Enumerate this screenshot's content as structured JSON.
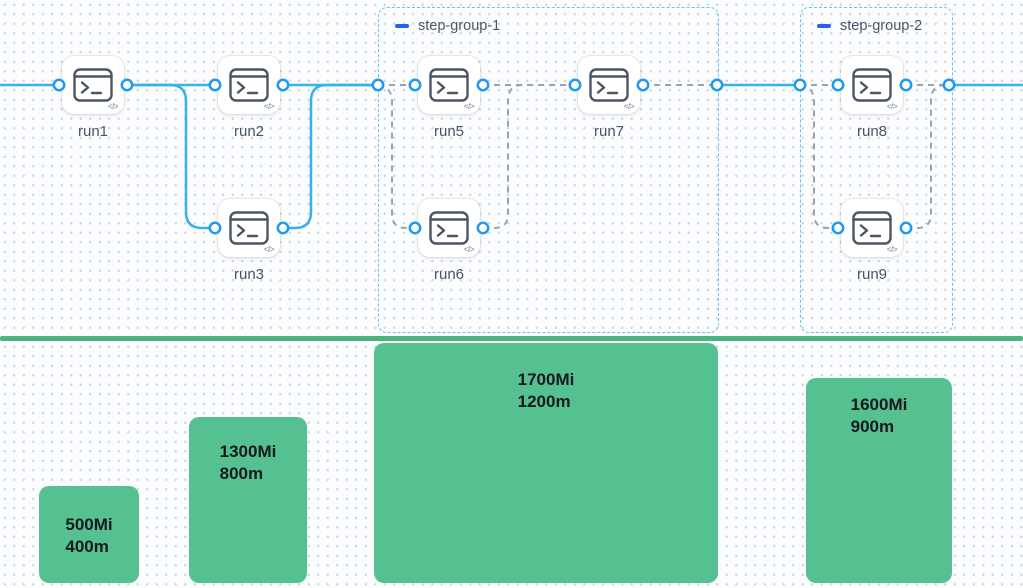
{
  "workflow": {
    "node_badge": "</>",
    "nodes": [
      {
        "id": "run1",
        "label": "run1",
        "icon": "terminal"
      },
      {
        "id": "run2",
        "label": "run2",
        "icon": "terminal"
      },
      {
        "id": "run3",
        "label": "run3",
        "icon": "terminal"
      },
      {
        "id": "run5",
        "label": "run5",
        "icon": "terminal"
      },
      {
        "id": "run6",
        "label": "run6",
        "icon": "terminal"
      },
      {
        "id": "run7",
        "label": "run7",
        "icon": "terminal"
      },
      {
        "id": "run8",
        "label": "run8",
        "icon": "terminal"
      },
      {
        "id": "run9",
        "label": "run9",
        "icon": "terminal"
      }
    ],
    "groups": [
      {
        "label": "step-group-1",
        "members": [
          "run5",
          "run6",
          "run7"
        ]
      },
      {
        "label": "step-group-2",
        "members": [
          "run8",
          "run9"
        ]
      }
    ],
    "edges": [
      {
        "from": "start",
        "to": "run1",
        "style": "solid"
      },
      {
        "from": "run1",
        "to": "run2",
        "style": "solid"
      },
      {
        "from": "run1",
        "to": "run3",
        "style": "solid"
      },
      {
        "from": "run2",
        "to": "step-group-1",
        "style": "solid"
      },
      {
        "from": "run3",
        "to": "step-group-1",
        "style": "solid"
      },
      {
        "from": "step-group-1-in",
        "to": "run5",
        "style": "dashed"
      },
      {
        "from": "step-group-1-in",
        "to": "run6",
        "style": "dashed"
      },
      {
        "from": "run5",
        "to": "run7",
        "style": "dashed"
      },
      {
        "from": "run6",
        "to": "run7",
        "style": "dashed"
      },
      {
        "from": "run7",
        "to": "step-group-1-out",
        "style": "dashed"
      },
      {
        "from": "step-group-1",
        "to": "step-group-2",
        "style": "solid"
      },
      {
        "from": "step-group-2-in",
        "to": "run8",
        "style": "dashed"
      },
      {
        "from": "step-group-2-in",
        "to": "run9",
        "style": "dashed"
      },
      {
        "from": "run8",
        "to": "step-group-2-out",
        "style": "dashed"
      },
      {
        "from": "run9",
        "to": "step-group-2-out",
        "style": "dashed"
      },
      {
        "from": "step-group-2",
        "to": "end",
        "style": "solid"
      }
    ]
  },
  "chart_data": {
    "type": "bar",
    "title": "",
    "xlabel": "",
    "ylabel": "",
    "legend": false,
    "grid": false,
    "value_format": "memory (Mi) over cpu (m)",
    "bars": [
      {
        "label_memory": "500Mi",
        "label_cpu": "400m",
        "memory_mi": 500,
        "cpu_m": 400
      },
      {
        "label_memory": "1300Mi",
        "label_cpu": "800m",
        "memory_mi": 1300,
        "cpu_m": 800
      },
      {
        "label_memory": "1700Mi",
        "label_cpu": "1200m",
        "memory_mi": 1700,
        "cpu_m": 1200
      },
      {
        "label_memory": "1600Mi",
        "label_cpu": "900m",
        "memory_mi": 1600,
        "cpu_m": 900
      }
    ]
  },
  "colors": {
    "edge-blue": "#36b0ef",
    "port-blue": "#1e9bef",
    "dash-gray": "#9aa2ae",
    "group-border": "#62c4f3",
    "group-dash": "#2563eb",
    "text-slate": "#475569",
    "icon-slate": "#4b5563",
    "badge-gray": "#98a2b3",
    "bar-green": "#55c191",
    "divider-green": "#4ab581",
    "bar-text": "#15191e",
    "grid-dot": "#ccd3dd"
  }
}
